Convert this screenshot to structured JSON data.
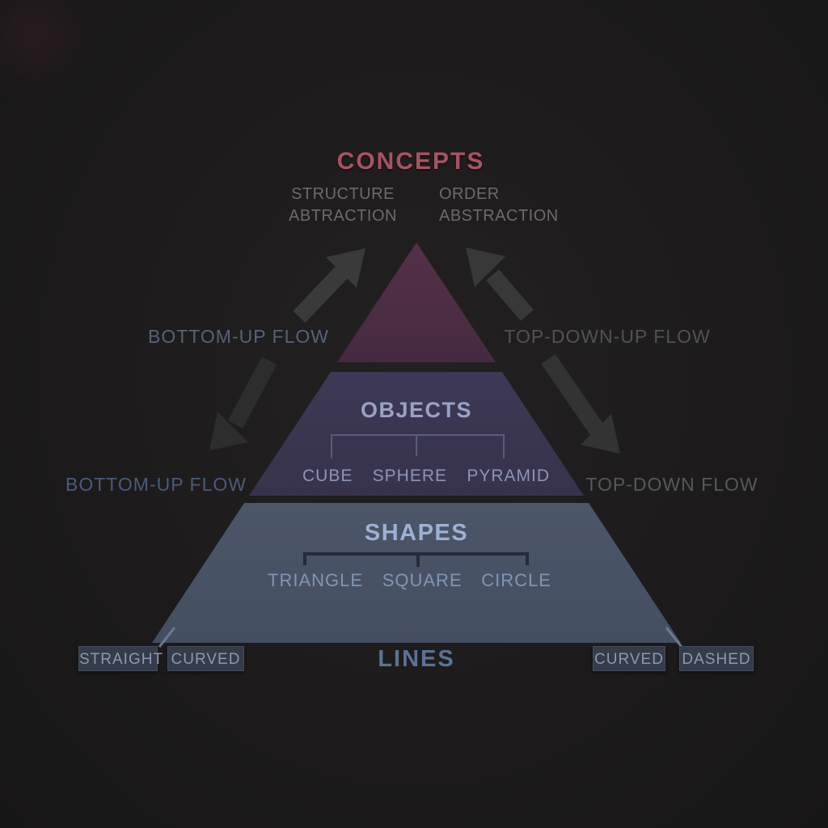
{
  "header": {
    "title": "CONCEPTS",
    "notes_left": {
      "line1": "STRUCTURE",
      "line2": "ABTRACTION"
    },
    "notes_right": {
      "line1": "ORDER",
      "line2": "ABSTRACTION"
    }
  },
  "flows": {
    "upper_left": "BOTTOM-UP FLOW",
    "upper_right": "TOP-DOWN-UP FLOW",
    "lower_left": "BOTTOM-UP FLOW",
    "lower_right": "TOP-DOWN FLOW"
  },
  "pyramid": {
    "objects": {
      "title": "OBJECTS",
      "items": [
        "CUBE",
        "SPHERE",
        "PYRAMID"
      ]
    },
    "shapes": {
      "title": "SHAPES",
      "items": [
        "TRIANGLE",
        "SQUARE",
        "CIRCLE"
      ]
    },
    "base_title": "LINES"
  },
  "line_tags": {
    "left": [
      "STRAIGHT",
      "CURVED"
    ],
    "right": [
      "CURVED",
      "DASHED"
    ]
  },
  "colors": {
    "background": "#1c1a1a",
    "concepts_text": "#a85361",
    "tier_top": "#4b2b43",
    "tier_objects": "#3a3650",
    "tier_shapes": "#485266",
    "objects_text": "#9aa2c5",
    "shapes_text": "#9cb1d3",
    "lines_text": "#5b7294",
    "arrow": "#343434",
    "tag_background": "#343b49"
  }
}
